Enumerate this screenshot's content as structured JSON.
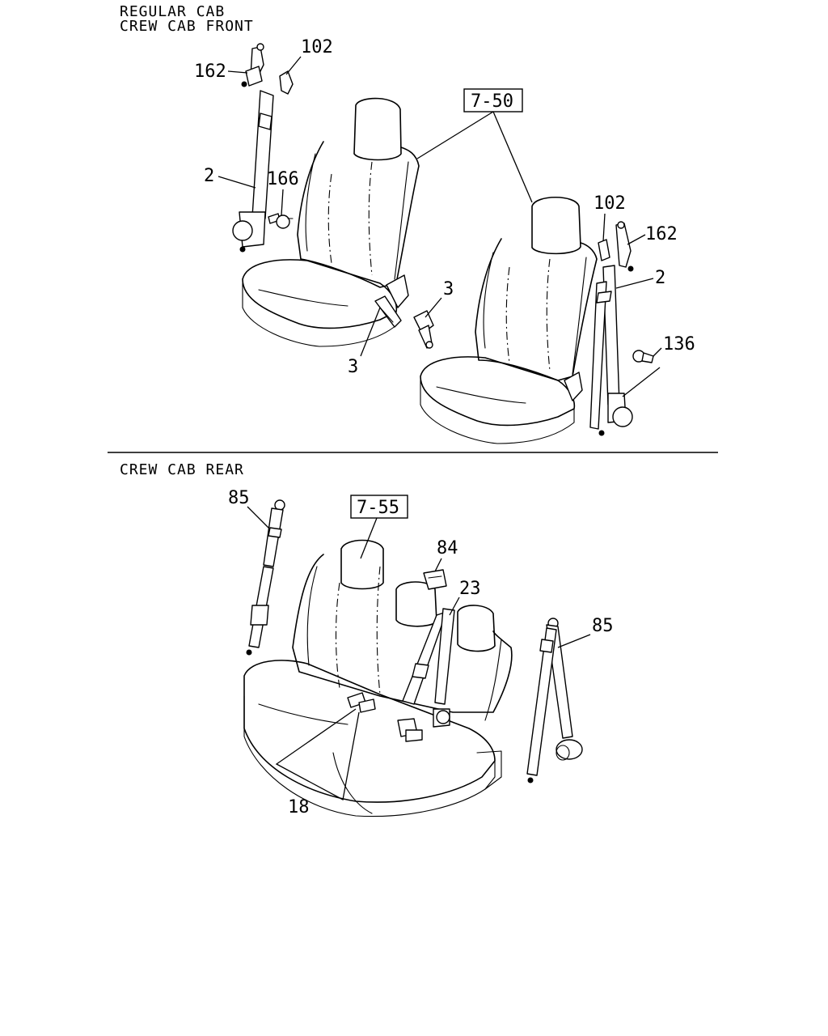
{
  "sections": {
    "top_title_line1": "REGULAR CAB",
    "top_title_line2": "CREW CAB FRONT",
    "bottom_title": "CREW CAB REAR"
  },
  "references": {
    "front_seat_ref": "7-50",
    "rear_seat_ref": "7-55"
  },
  "callouts": {
    "c162_left": "162",
    "c102_left": "102",
    "c2_left": "2",
    "c166": "166",
    "c3_upper": "3",
    "c3_lower": "3",
    "c102_right": "102",
    "c162_right": "162",
    "c2_right": "2",
    "c136": "136",
    "c85_left": "85",
    "c84": "84",
    "c23": "23",
    "c85_right": "85",
    "c18": "18"
  }
}
